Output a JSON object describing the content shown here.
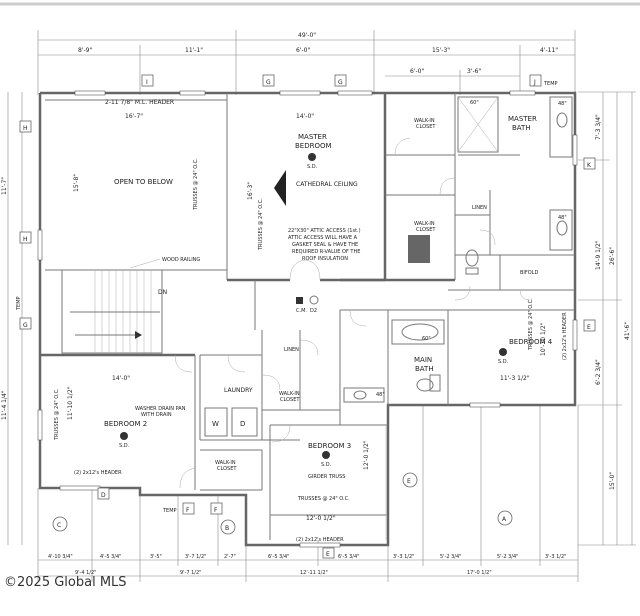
{
  "overall_width_top": "49'-0\"",
  "overall_depth_right": "41'-6\"",
  "top_dims": [
    "8'-9\"",
    "11'-1\"",
    "6'-0\"",
    "15'-3\"",
    "4'-11\""
  ],
  "top_dims_row2": [
    "6'-0\"",
    "3'-6\""
  ],
  "right_dims": [
    "7'-3 3/4\"",
    "14'-9 1/2\"",
    "26'-6\"",
    "6'-2 3/4\"",
    "15'-0\""
  ],
  "left_dims": [
    "11'-7\"",
    "11'-4 1/4\""
  ],
  "bottom_dims": [
    "4'-10 3/4\"",
    "4'-5 3/4\"",
    "3'-5\"",
    "3'-7 1/2\"",
    "2'-7\"",
    "6'-5 3/4\"",
    "6'-5 3/4\"",
    "3'-3 1/2\"",
    "5'-2 3/4\"",
    "5'-2 3/4\"",
    "3'-3 1/2\""
  ],
  "bottom_dims_row2": [
    "9'-4 1/2\"",
    "9'-7 1/2\"",
    "12'-11 1/2\"",
    "17'-0 1/2\""
  ],
  "rooms": {
    "open_to_below": "OPEN TO BELOW",
    "master_bedroom": [
      "MASTER",
      "BEDROOM"
    ],
    "master_bath": [
      "MASTER",
      "BATH"
    ],
    "walk_in_closet": [
      "WALK-IN",
      "CLOSET"
    ],
    "laundry": "LAUNDRY",
    "linen": "LINEN",
    "main_bath": [
      "MAIN",
      "BATH"
    ],
    "bedroom2": "BEDROOM 2",
    "bedroom3": "BEDROOM 3",
    "bedroom4": "BEDROOM 4"
  },
  "notes": {
    "ml_header": "2-11 7/8\" M.L. HEADER",
    "open_width": "16'-7\"",
    "open_depth": "15'-8\"",
    "trusses_24": "TRUSSES @ 24\" O.C.",
    "wood_railing": "WOOD RAILING",
    "dn": "DN",
    "cathedral": "CATHEDRAL CEILING",
    "mb_width": "14'-0\"",
    "mb_depth": "16'-3\"",
    "attic": [
      "22\"X30\" ATTIC ACCESS (1st.)",
      "ATTIC ACCESS WILL HAVE A",
      "GASKET SEAL & HAVE THE",
      "REQUIRED R-VALUE OF THE",
      "ROOF INSULATION"
    ],
    "cm": "C.M.",
    "d2": "D2",
    "washer": [
      "WASHER DRAIN PAN",
      "WITH DRAIN"
    ],
    "header_2x12": "(2) 2x12's HEADER",
    "girder": "GIRDER TRUSS",
    "b3_width": "12'-0 1/2\"",
    "b3_height": "12'-0 1/2\"",
    "b4_width": "11'-3 1/2\"",
    "b4_depth": "10'-10 1/2\"",
    "b2_width": "14'-0\"",
    "b2_depth": "11'-10 1/2\"",
    "sd": "S.D.",
    "bifold": "BIFOLD",
    "linen_mb": "LINEN",
    "temp": "TEMP",
    "shower60": "60\"",
    "tub60": "60\"",
    "v48": "48\""
  },
  "section_tags": [
    "H",
    "I",
    "G",
    "G",
    "J",
    "K",
    "E",
    "D",
    "F",
    "F",
    "B",
    "C",
    "A",
    "E",
    "E"
  ],
  "watermark": "©2025 Global MLS"
}
